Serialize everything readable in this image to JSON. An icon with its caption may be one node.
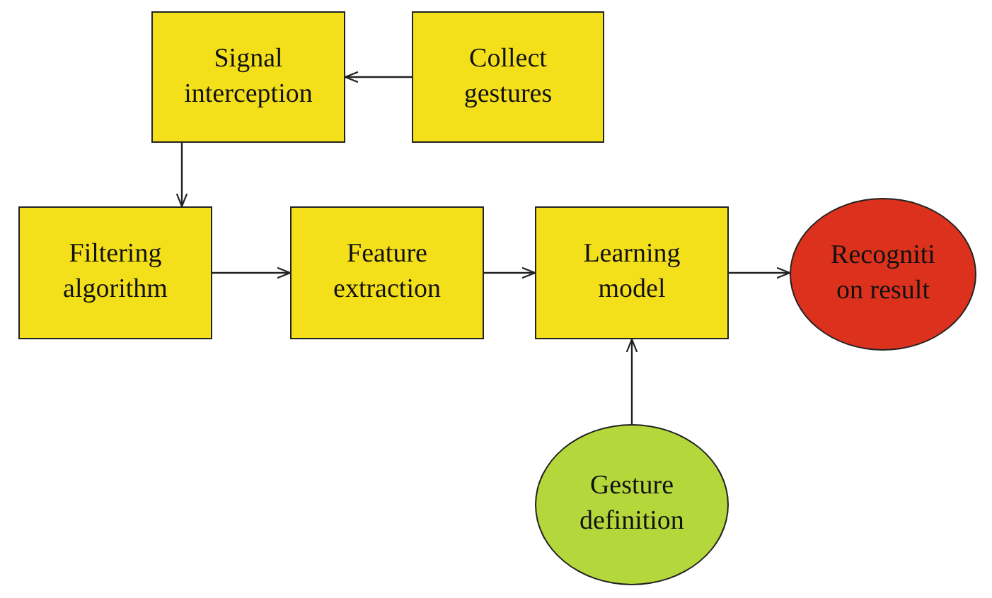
{
  "diagram": {
    "nodes": [
      {
        "text": [
          "Signal interception"
        ]
      },
      {
        "text": [
          "Collect gestures"
        ]
      },
      {
        "text": [
          "Filtering algorithm"
        ]
      },
      {
        "text": [
          "Feature extraction"
        ]
      },
      {
        "text": [
          "Learning model"
        ]
      },
      {
        "text": [
          "Recogniti on result"
        ]
      },
      {
        "text": [
          "Gesture definition"
        ]
      }
    ],
    "edges": [
      {
        "from": 1,
        "to": 0,
        "arrow": "to"
      },
      {
        "from": 0,
        "to": 2,
        "arrow": "to"
      },
      {
        "from": 2,
        "to": 3,
        "arrow": "to"
      },
      {
        "from": 3,
        "to": 4,
        "arrow": "to"
      },
      {
        "from": 4,
        "to": 5,
        "arrow": "to"
      },
      {
        "from": 6,
        "to": 4,
        "arrow": "to"
      }
    ]
  }
}
